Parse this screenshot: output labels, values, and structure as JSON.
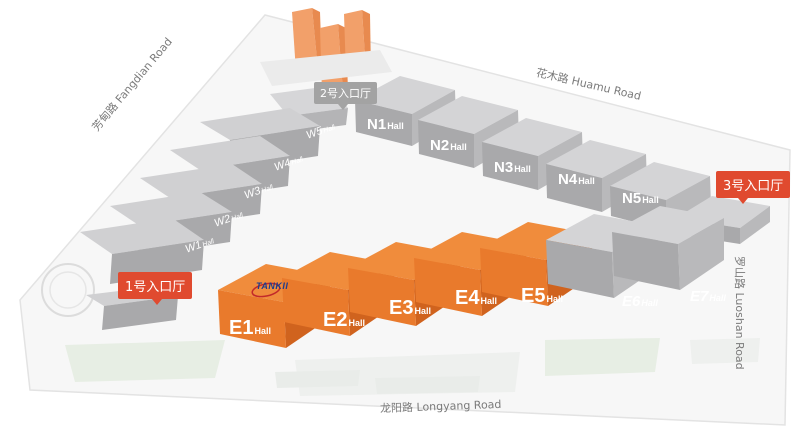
{
  "roads": {
    "north": "花木路 Huamu Road",
    "west": "芳甸路 Fangdian Road",
    "east": "罗山路 Luoshan Road",
    "south": "龙阳路 Longyang Road"
  },
  "entrances": {
    "entrance_1": "1号入口厅",
    "entrance_2": "2号入口厅",
    "entrance_3": "3号入口厅"
  },
  "hall_suffix": "Hall",
  "halls_west": [
    "W1",
    "W2",
    "W3",
    "W4",
    "W5"
  ],
  "halls_north": [
    "N1",
    "N2",
    "N3",
    "N4",
    "N5"
  ],
  "halls_east": [
    "E1",
    "E2",
    "E3",
    "E4",
    "E5",
    "E6",
    "E7"
  ],
  "highlighted_halls": [
    "E1",
    "E2",
    "E3",
    "E4",
    "E5"
  ],
  "exhibitor_logo": "TANKII",
  "colors": {
    "highlight": "#ea7a2c",
    "highlight_dark": "#c85c18",
    "hall": "#cfcfd1",
    "hall_dark": "#a9a9ab",
    "callout_red": "#e04a2f",
    "callout_grey": "#a3a3a3",
    "green": "#e8efe6"
  }
}
